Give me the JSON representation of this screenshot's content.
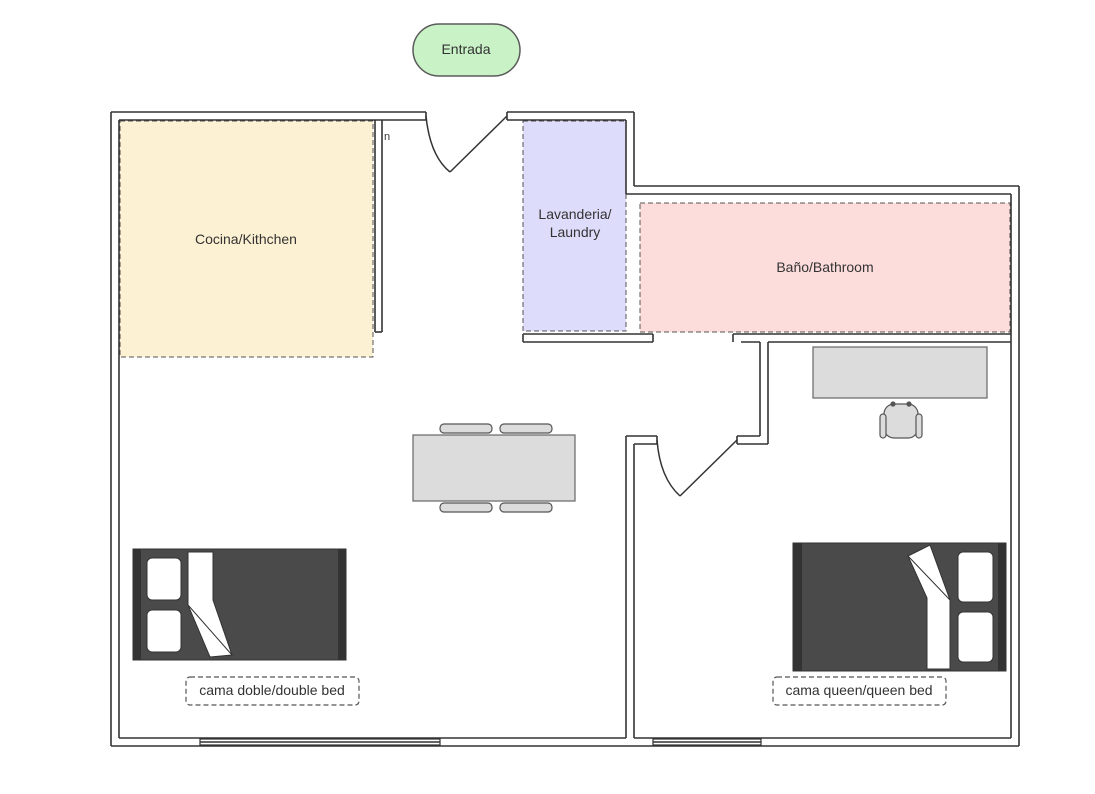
{
  "plan": {
    "entrance": {
      "label": "Entrada"
    },
    "rooms": {
      "kitchen": {
        "label": "Cocina/Kithchen"
      },
      "laundry": {
        "label_line1": "Lavanderia/",
        "label_line2": "Laundry"
      },
      "bathroom": {
        "label": "Baño/Bathroom"
      }
    },
    "beds": {
      "double": {
        "label": "cama doble/double bed"
      },
      "queen": {
        "label": "cama queen/queen bed"
      }
    },
    "stray_mark": "n"
  },
  "colors": {
    "entrance_fill": "#c9f2c6",
    "entrance_stroke": "#5a5a5a",
    "kitchen_fill": "#fdf1d3",
    "laundry_fill": "#dedcfb",
    "bathroom_fill": "#fddcdc",
    "wall": "#333333",
    "furniture_fill": "#dcdcdc",
    "bed_dark": "#4a4a4a",
    "text": "#333333"
  },
  "icons": [
    "door-swing-icon",
    "chair-icon",
    "office-chair-icon",
    "pillow-icon",
    "window-icon"
  ]
}
